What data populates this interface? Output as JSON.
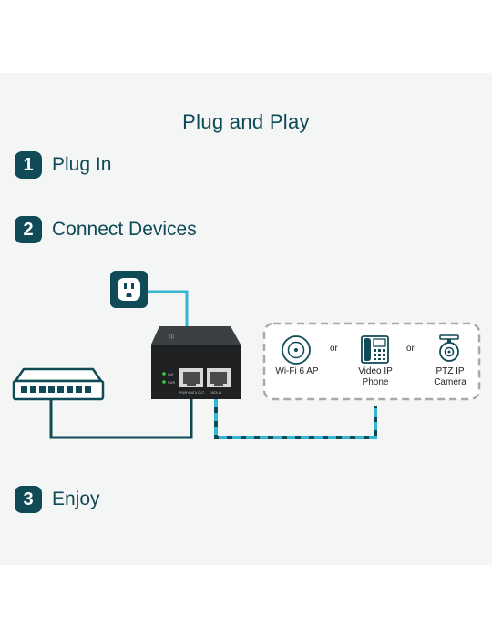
{
  "title": "Plug and Play",
  "steps": [
    {
      "number": "1",
      "label": "Plug In"
    },
    {
      "number": "2",
      "label": "Connect Devices"
    },
    {
      "number": "3",
      "label": "Enjoy"
    }
  ],
  "devices": {
    "ap": "Wi-Fi 6 AP",
    "phone_line1": "Video IP",
    "phone_line2": "Phone",
    "camera_line1": "PTZ IP",
    "camera_line2": "Camera"
  },
  "connector_or": "or",
  "injector": {
    "brand": "tp",
    "led1": "PoE",
    "led2": "PWR",
    "port1": "PWR+DATA OUT",
    "port2": "DATA IN"
  },
  "colors": {
    "brand": "#0f4a56",
    "cable_poe": "#35b4d3",
    "led": "#3ad03a"
  }
}
